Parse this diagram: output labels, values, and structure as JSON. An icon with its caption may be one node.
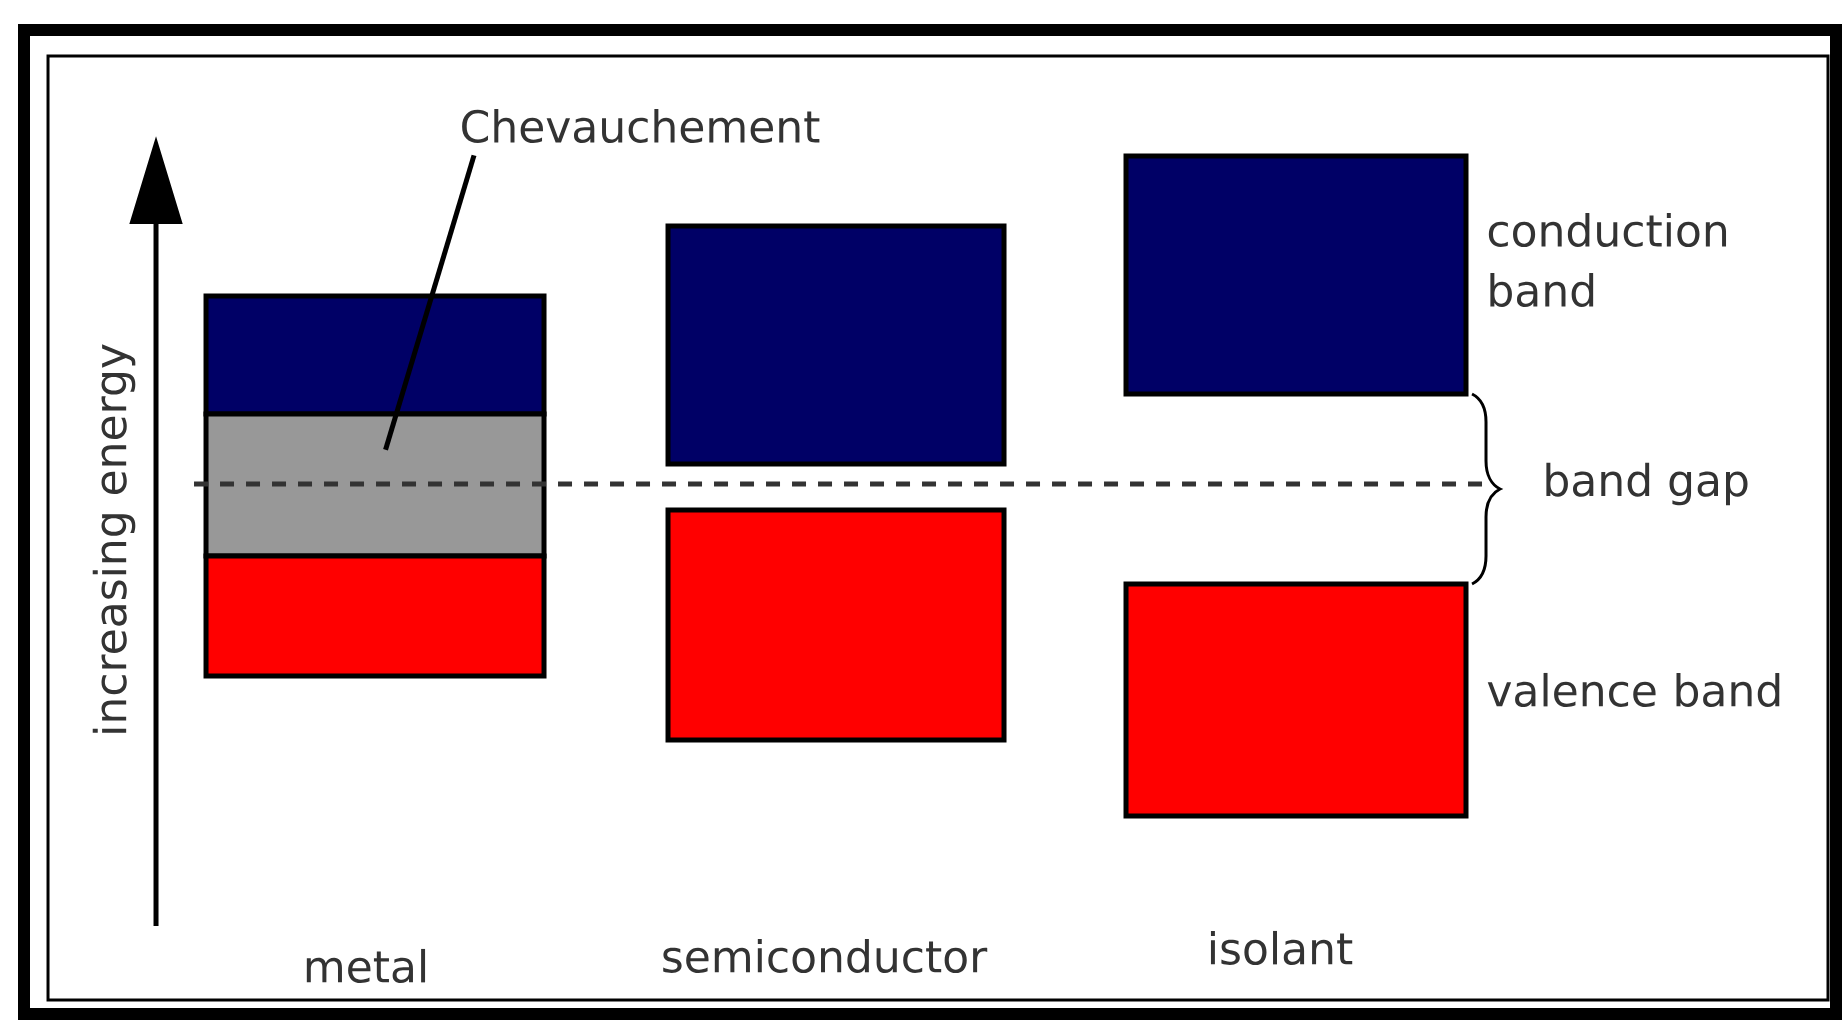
{
  "diagram": {
    "nodes": [
      {
        "text": [
          "Chevauchement"
        ]
      },
      {
        "text": [],
        "shape": "box"
      },
      {
        "text": [],
        "shape": "box"
      },
      {
        "text": [],
        "shape": "box"
      },
      {
        "text": [],
        "shape": "box"
      },
      {
        "text": [],
        "shape": "box"
      },
      {
        "text": [],
        "shape": "box"
      },
      {
        "text": [],
        "shape": "box"
      }
    ],
    "edges": [
      {
        "from": 0,
        "to": 2,
        "arrow": "none"
      }
    ],
    "labels": [
      "increasing energy",
      "conduction band",
      "band gap",
      "valence band",
      "metal",
      "semiconductor",
      "isolant"
    ]
  }
}
